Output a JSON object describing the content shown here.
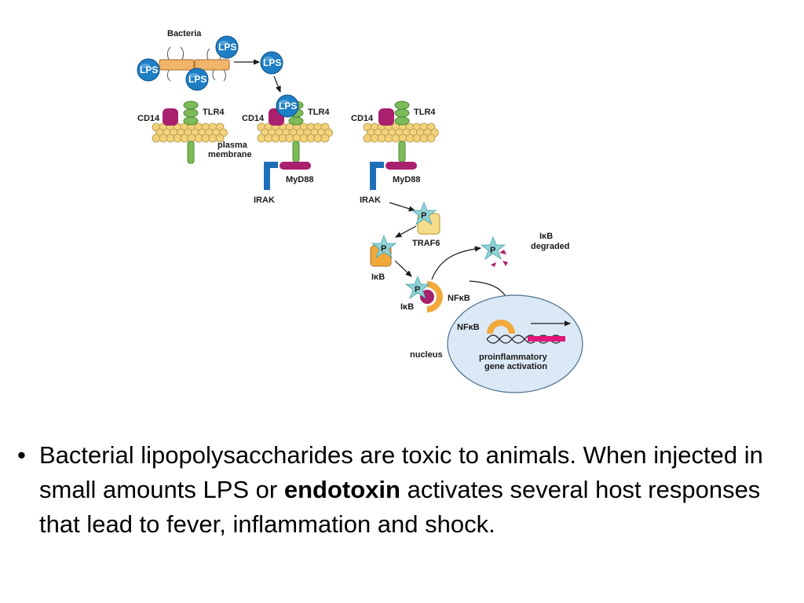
{
  "diagram": {
    "labels": {
      "bacteria": "Bacteria",
      "lps": "LPS",
      "cd14": "CD14",
      "tlr4": "TLR4",
      "plasma_membrane_1": "plasma",
      "plasma_membrane_2": "membrane",
      "myd88": "MyD88",
      "irak": "IRAK",
      "p": "P",
      "traf6": "TRAF6",
      "ikb": "IκB",
      "ikb_degraded_1": "IκB",
      "ikb_degraded_2": "degraded",
      "nfkb": "NFκB",
      "nucleus": "nucleus",
      "gene_activation_1": "proinflammatory",
      "gene_activation_2": "gene activation"
    },
    "colors": {
      "lps": "#1f7fc4",
      "membrane": "#f2d27a",
      "tlr4": "#7dbb5a",
      "cd14": "#a8206e",
      "myd88": "#a8206e",
      "irak": "#1f6fb8",
      "orange": "#f2a93b",
      "star": "#8fd3d6",
      "nucleus": "#dbe9f6",
      "gene": "#e0187a"
    }
  },
  "bullet": {
    "symbol": "•",
    "text_before": "Bacterial lipopolysaccharides are toxic to animals. When injected in small amounts LPS or ",
    "bold": "endotoxin",
    "text_after": " activates several host responses that lead to fever, inflammation and shock."
  }
}
